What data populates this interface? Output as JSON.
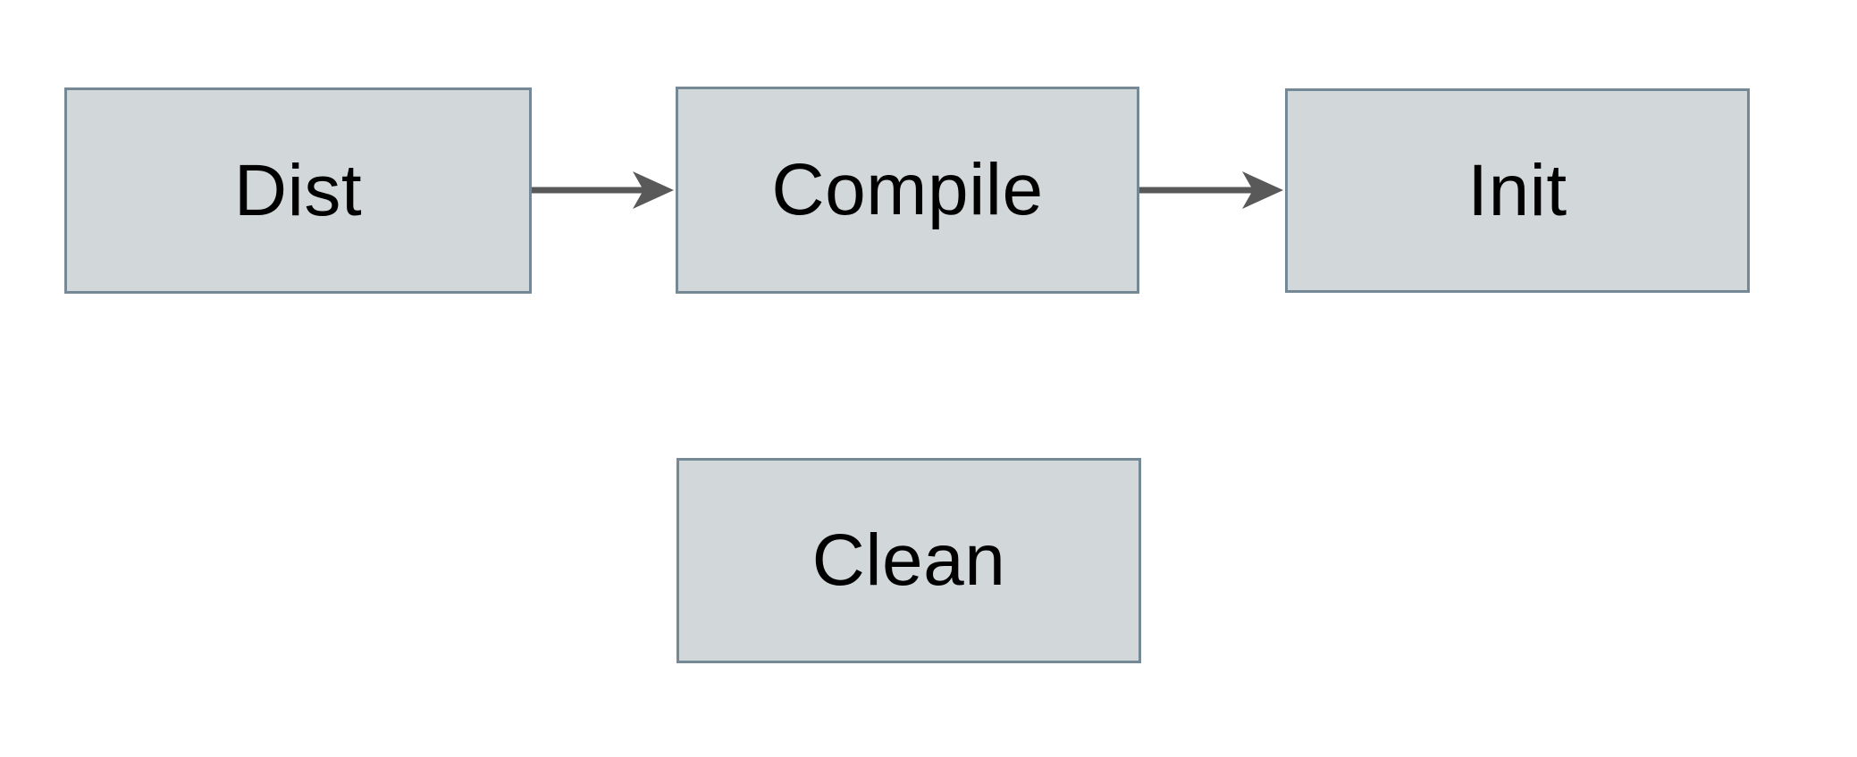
{
  "diagram": {
    "background_color": "#ffffff",
    "node_fill_color": "#d2d8da",
    "node_border_color": "#748995",
    "arrow_color": "#595959",
    "text_color": "#000000",
    "nodes": [
      {
        "id": "dist",
        "label": "Dist"
      },
      {
        "id": "compile",
        "label": "Compile"
      },
      {
        "id": "init",
        "label": "Init"
      },
      {
        "id": "clean",
        "label": "Clean"
      }
    ],
    "edges": [
      {
        "from": "dist",
        "to": "compile",
        "direction": "right"
      },
      {
        "from": "compile",
        "to": "init",
        "direction": "right"
      }
    ]
  }
}
